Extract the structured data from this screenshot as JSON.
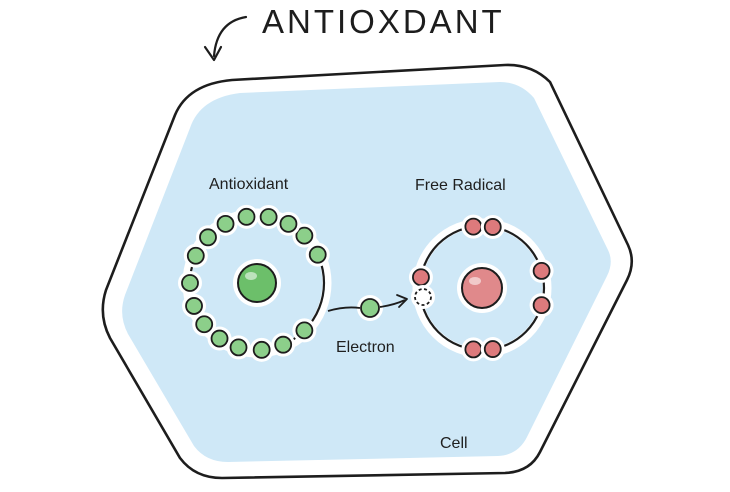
{
  "title": "ANTIOXDANT",
  "labels": {
    "antioxidant": "Antioxidant",
    "free_radical": "Free Radical",
    "electron": "Electron",
    "cell": "Cell"
  },
  "colors": {
    "cell_fill": "#cfe8f7",
    "outline": "#1d1d1d",
    "green": "#8ccf8a",
    "green_core": "#6cbf6a",
    "red": "#dd7a7c",
    "red_core": "#e0898b"
  }
}
